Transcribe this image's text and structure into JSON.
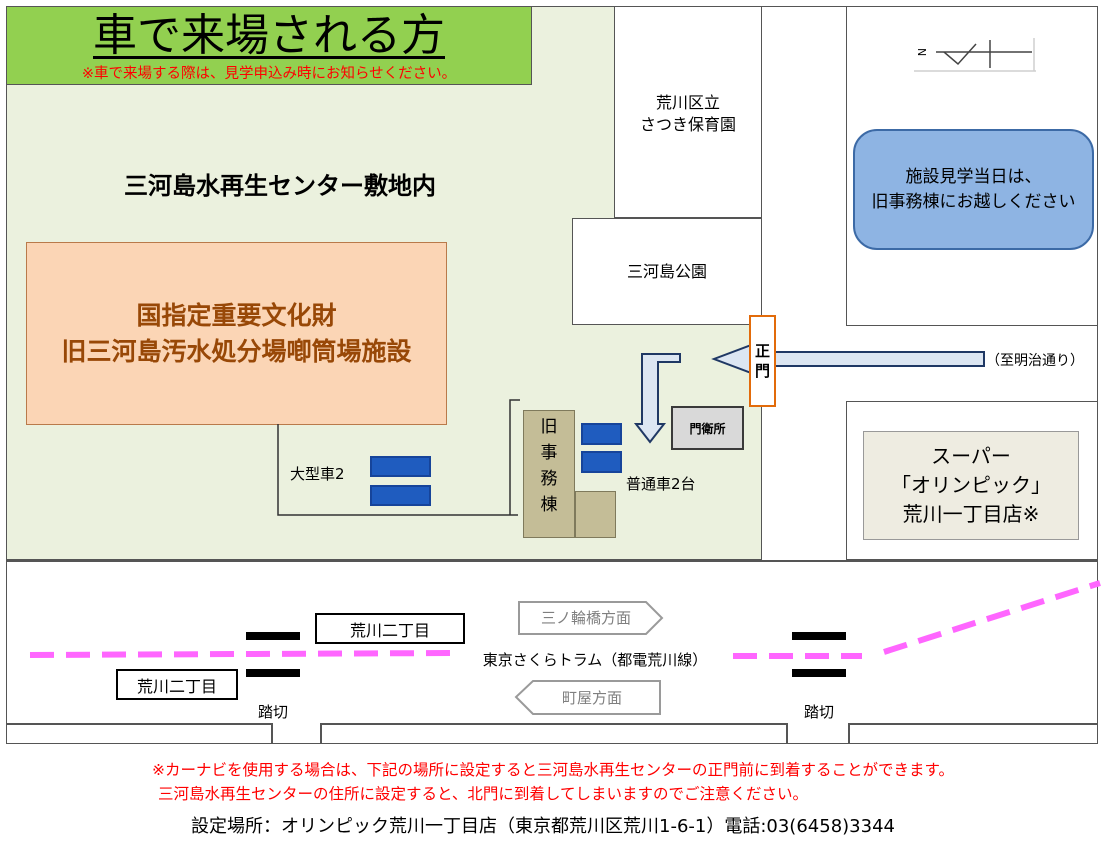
{
  "title": {
    "main": "車で来場される方",
    "note": "※車で来場する際は、見学申込み時にお知らせください。"
  },
  "colors": {
    "title_bar": "#92d050",
    "compound": "#ebf1de",
    "heritage_fill": "#fbd5b5",
    "heritage_text": "#984807",
    "bubble": "#8eb4e3",
    "gate_border": "#e26b0a",
    "tram_line": "#ff66ff",
    "parking": "#1f5cbf",
    "arrow": "#dce6f2",
    "arrow_border": "#1f3864",
    "warning_text": "#ff0000"
  },
  "map": {
    "compound_label": "三河島水再生センター敷地内",
    "heritage": {
      "line1": "国指定重要文化財",
      "line2": "旧三河島汚水処分場喞筒場施設"
    },
    "nursery": {
      "line1": "荒川区立",
      "line2": "さつき保育園"
    },
    "park": "三河島公園",
    "notice": {
      "line1": "施設見学当日は、",
      "line2": "旧事務棟にお越しください"
    },
    "north_symbol_icon": "north-arrow-icon",
    "gate": {
      "char1": "正",
      "char2": "門"
    },
    "meiji_dori": "（至明治通り）",
    "guardhouse": "門衛所",
    "old_office": {
      "chars": [
        "旧",
        "事",
        "務",
        "棟"
      ]
    },
    "large_parking": "大型車2",
    "normal_parking": "普通車2台",
    "supermarket": {
      "line1": "スーパー",
      "line2": "「オリンピック」",
      "line3": "荒川一丁目店※"
    },
    "tram": {
      "name": "東京さくらトラム（都電荒川線）",
      "toward_minowa": "三ノ輪橋方面",
      "toward_machiya": "町屋方面",
      "stop_upper": "荒川二丁目",
      "stop_lower": "荒川二丁目",
      "crossing_left": "踏切",
      "crossing_right": "踏切"
    }
  },
  "footer": {
    "line1": "※カーナビを使用する場合は、下記の場所に設定すると三河島水再生センターの正門前に到着することができます。",
    "line2": "三河島水再生センターの住所に設定すると、北門に到着してしまいますのでご注意ください。",
    "line3": "設定場所：オリンピック荒川一丁目店（東京都荒川区荒川1-6-1）電話:03(6458)3344"
  }
}
